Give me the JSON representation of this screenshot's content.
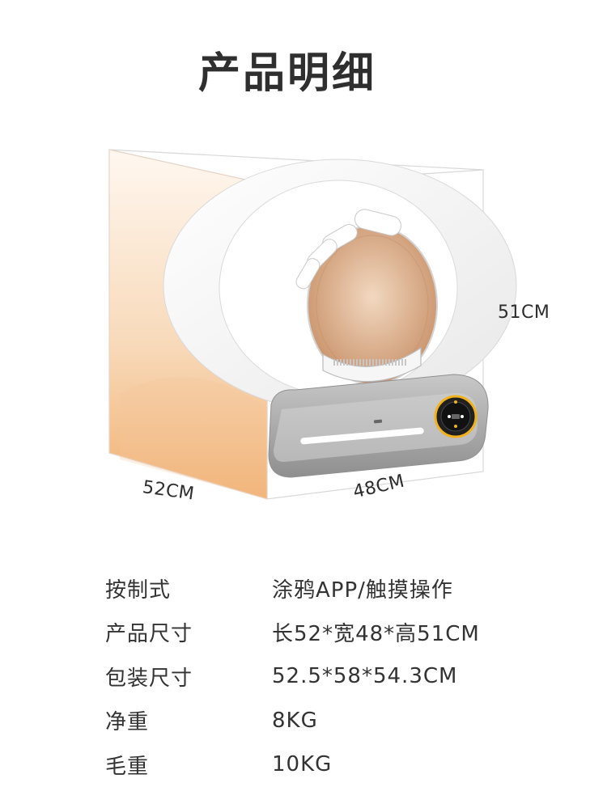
{
  "page": {
    "title": "产品明细"
  },
  "dimensions": {
    "height": "51CM",
    "depth": "52CM",
    "width": "48CM"
  },
  "specs": [
    {
      "label": "按制式",
      "value": "涂鸦APP/触摸操作"
    },
    {
      "label": "产品尺寸",
      "value": "长52*宽48*高51CM"
    },
    {
      "label": "包装尺寸",
      "value": "52.5*58*54.3CM"
    },
    {
      "label": "净重",
      "value": "8KG"
    },
    {
      "label": "毛重",
      "value": "10KG"
    }
  ],
  "colors": {
    "accent_orange": "#f4b26f",
    "device_white": "#f7f7f7",
    "device_gray": "#8f8f8f",
    "ring_yellow": "#f2b21b"
  }
}
